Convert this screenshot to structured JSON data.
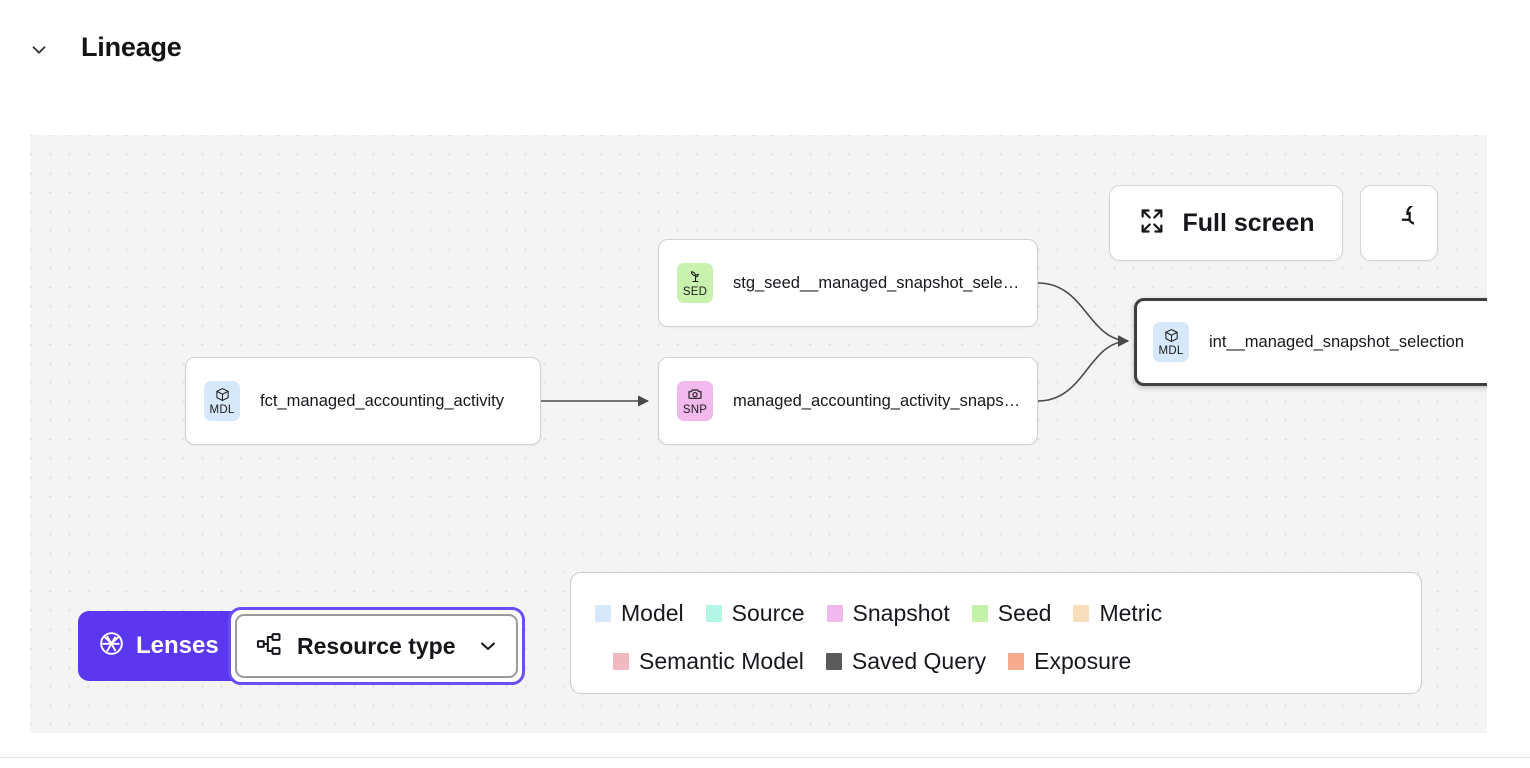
{
  "section": {
    "title": "Lineage",
    "collapse_icon": "chevron-down-icon",
    "expanded": true
  },
  "canvas": {
    "background_color": "#f4f4f4",
    "dot_color": "#dcdcdc",
    "actions": {
      "fullscreen_label": "Full screen",
      "fullscreen_icon": "expand-arrows-icon",
      "refresh_icon": "refresh-icon",
      "refresh_label": ""
    }
  },
  "graph": {
    "nodes": [
      {
        "id": "fct_managed_accounting_activity",
        "label": "fct_managed_accounting_activity",
        "resource_type": "Model",
        "badge_code": "MDL",
        "badge_icon": "cube-icon",
        "badge_color": "#d6e8fa",
        "selected": false
      },
      {
        "id": "stg_seed__managed_snapshot_selection",
        "label": "stg_seed__managed_snapshot_selecti...",
        "resource_type": "Seed",
        "badge_code": "SED",
        "badge_icon": "sprout-icon",
        "badge_color": "#c8f2ae",
        "selected": false
      },
      {
        "id": "managed_accounting_activity_snapshot",
        "label": "managed_accounting_activity_snapshot",
        "resource_type": "Snapshot",
        "badge_code": "SNP",
        "badge_icon": "camera-icon",
        "badge_color": "#f2b9ef",
        "selected": false
      },
      {
        "id": "int__managed_snapshot_selection",
        "label": "int__managed_snapshot_selection",
        "resource_type": "Model",
        "badge_code": "MDL",
        "badge_icon": "cube-icon",
        "badge_color": "#d6e8fa",
        "selected": true
      }
    ],
    "edges": [
      {
        "from": "fct_managed_accounting_activity",
        "to": "managed_accounting_activity_snapshot"
      },
      {
        "from": "stg_seed__managed_snapshot_selection",
        "to": "int__managed_snapshot_selection"
      },
      {
        "from": "managed_accounting_activity_snapshot",
        "to": "int__managed_snapshot_selection"
      }
    ],
    "edge_color": "#4a4a4a"
  },
  "controls": {
    "lenses_label": "Lenses",
    "lenses_icon": "aperture-icon",
    "lenses_color": "#5b37f0",
    "resource_type_label": "Resource type",
    "resource_type_icon": "hierarchy-icon",
    "resource_type_chevron": "chevron-down-icon",
    "focus_ring_color": "#6c4df5"
  },
  "legend": {
    "row1": [
      {
        "label": "Model",
        "color": "#d6e8fa"
      },
      {
        "label": "Source",
        "color": "#b5f5e5"
      },
      {
        "label": "Snapshot",
        "color": "#efb9ee"
      },
      {
        "label": "Seed",
        "color": "#c4f2a8"
      },
      {
        "label": "Metric",
        "color": "#f8debb"
      }
    ],
    "row2": [
      {
        "label": "Semantic Model",
        "color": "#f0b9c2"
      },
      {
        "label": "Saved Query",
        "color": "#5a5a5a"
      },
      {
        "label": "Exposure",
        "color": "#f5ab8c"
      }
    ]
  }
}
